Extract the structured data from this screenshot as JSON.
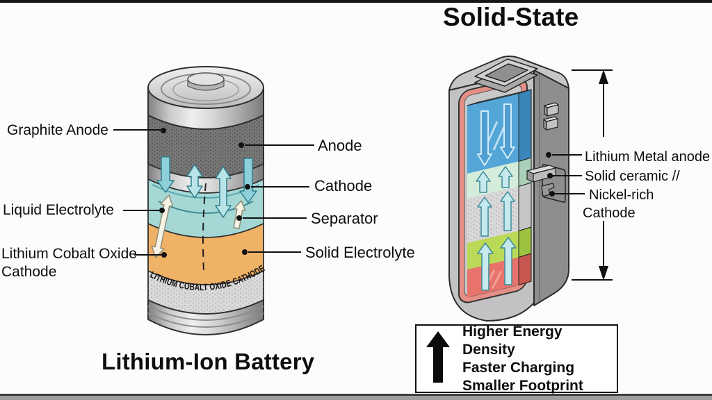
{
  "frame": {
    "top_bar_color": "#161616",
    "bottom_bar_color": "#9e9e9e"
  },
  "lithium_ion": {
    "caption": "Lithium-Ion Battery",
    "shell_text": "LITHIUM COBALT OXIDE CATHODE",
    "labels": {
      "graphite_anode": "Graphite Anode",
      "liquid_electrolyte": "Liquid Electrolyte",
      "lco_line1": "Lithium Cobalt Oxide",
      "lco_line2": "Cathode",
      "anode": "Anode",
      "cathode": "Cathode",
      "separator": "Separator",
      "solid_electrolyte": "Solid Electrolyte"
    },
    "colors": {
      "graphite_band": "#787878",
      "electrolyte_band": "#a5d8d5",
      "cathode_band": "#f0b266",
      "shell_band": "#d9d9d9"
    }
  },
  "solid_state": {
    "title": "Solid-State",
    "labels": {
      "lithium_metal_anode": "Lithium Metal anode",
      "solid_ceramic": "Solid ceramic //",
      "nickel_rich_line1": "Nickel-rich",
      "nickel_rich_line2": "Cathode"
    },
    "colors": {
      "anode_block": "#55a6d8",
      "ceramic_layer": "#d4edda",
      "separator_layer": "#d9d9d9",
      "cathode_layer": "#bada57",
      "cathode_block": "#e8736b",
      "liner": "#e68f86",
      "case": "#8e8e8e"
    }
  },
  "benefits": {
    "icon": "up-arrow",
    "items": [
      "Higher Energy Density",
      "Faster Charging",
      "Smaller Footprint"
    ]
  }
}
